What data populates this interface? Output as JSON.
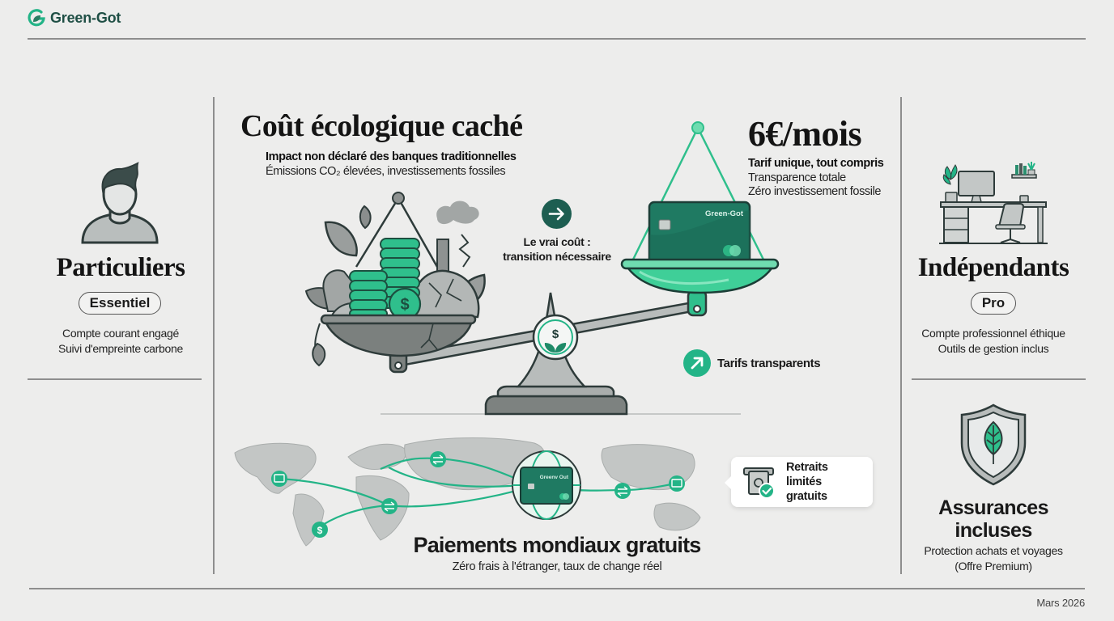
{
  "brand": {
    "name": "Green-Got",
    "logo_icon": "leaf-g-logo-icon",
    "accent_color": "#23b487",
    "dark_color": "#1f4f45"
  },
  "left_column": {
    "segment_icon": "person-avatar-icon",
    "title": "Particuliers",
    "plan_badge": "Essentiel",
    "description": [
      "Compte courant engagé",
      "Suivi d'empreinte carbone"
    ]
  },
  "center": {
    "hidden_cost": {
      "title": "Coût écologique caché",
      "subtitle_bold": "Impact non déclaré des banques traditionnelles",
      "subtitle": "Émissions CO₂ élevées, investissements fossiles"
    },
    "transition": {
      "icon": "arrow-right-icon",
      "label_line1": "Le vrai coût :",
      "label_line2": "transition nécessaire"
    },
    "price": {
      "title": "6€/mois",
      "line_bold": "Tarif unique, tout compris",
      "lines": [
        "Transparence totale",
        "Zéro investissement fossile"
      ]
    },
    "scale_card_label": "Green-Got",
    "transparent_tag": {
      "icon": "arrow-up-right-icon",
      "label": "Tarifs transparents"
    },
    "scale_center_icon": "dollar-leaf-icon",
    "global_payments": {
      "card_label": "Greenv Out",
      "title": "Paiements mondiaux gratuits",
      "subtitle": "Zéro frais à l'étranger, taux de change réel",
      "map_nodes": [
        "card-terminal-icon",
        "transfer-icon",
        "transfer-icon",
        "dollar-icon",
        "transfer-icon",
        "store-icon"
      ]
    },
    "withdrawals_callout": {
      "icon": "atm-check-icon",
      "label_line1": "Retraits limités",
      "label_line2": "gratuits"
    }
  },
  "right_column": {
    "segment_icon": "desk-workspace-icon",
    "title": "Indépendants",
    "plan_badge": "Pro",
    "description": [
      "Compte professionnel éthique",
      "Outils de gestion inclus"
    ],
    "insurance": {
      "icon": "shield-leaf-icon",
      "title_line1": "Assurances",
      "title_line2": "incluses",
      "description": [
        "Protection achats et voyages",
        "(Offre Premium)"
      ]
    }
  },
  "footer": {
    "date": "Mars 2026"
  }
}
